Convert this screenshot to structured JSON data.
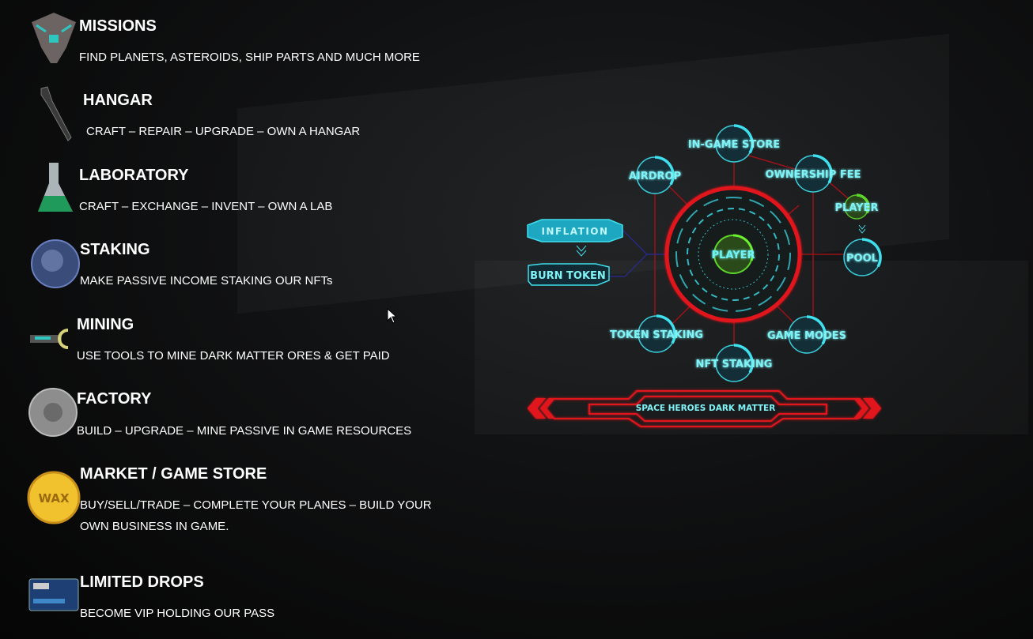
{
  "features": [
    {
      "title": "MISSIONS",
      "desc": [
        "FIND  PLANETS, ASTEROIDS, SHIP PARTS AND MUCH MORE"
      ],
      "icon": "spaceship-icon"
    },
    {
      "title": "HANGAR",
      "desc": [
        "CRAFT – REPAIR  – UPGRADE – OWN A HANGAR"
      ],
      "icon": "wrench-icon"
    },
    {
      "title": "LABORATORY",
      "desc": [
        "CRAFT – EXCHANGE – INVENT – OWN A LAB"
      ],
      "icon": "flask-icon"
    },
    {
      "title": "STAKING",
      "desc": [
        "MAKE PASSIVE INCOME STAKING OUR NFTs"
      ],
      "icon": "orb-icon"
    },
    {
      "title": "MINING",
      "desc": [
        "USE TOOLS TO MINE DARK MATTER ORES & GET PAID"
      ],
      "icon": "mining-tool-icon"
    },
    {
      "title": "FACTORY",
      "desc": [
        "BUILD – UPGRADE – MINE PASSIVE IN GAME RESOURCES"
      ],
      "icon": "factory-disc-icon"
    },
    {
      "title": "MARKET / GAME STORE",
      "desc": [
        "BUY/SELL/TRADE – COMPLETE YOUR PLANES –  BUILD YOUR",
        "OWN BUSINESS IN GAME."
      ],
      "icon": "wax-coin-icon",
      "icon_text": "WAX"
    },
    {
      "title": "LIMITED DROPS",
      "desc": [
        "BECOME VIP HOLDING OUR PASS"
      ],
      "icon": "vip-pass-card-icon"
    }
  ],
  "diagram": {
    "center": "PLAYER",
    "nodes": {
      "in_game_store": "IN-GAME STORE",
      "airdrop": "AIRDROP",
      "ownership_fee": "OWNERSHIP FEE",
      "player": "PLAYER",
      "pool": "POOL",
      "token_staking": "TOKEN STAKING",
      "nft_staking": "NFT STAKING",
      "game_modes": "GAME MODES"
    },
    "inflation": "INFLATION",
    "burn_token": "BURN TOKEN",
    "banner": "SPACE HEROES DARK MATTER"
  },
  "colors": {
    "cyan": "#3fe0ee",
    "red": "#e0141c",
    "green": "#5ed62a"
  }
}
